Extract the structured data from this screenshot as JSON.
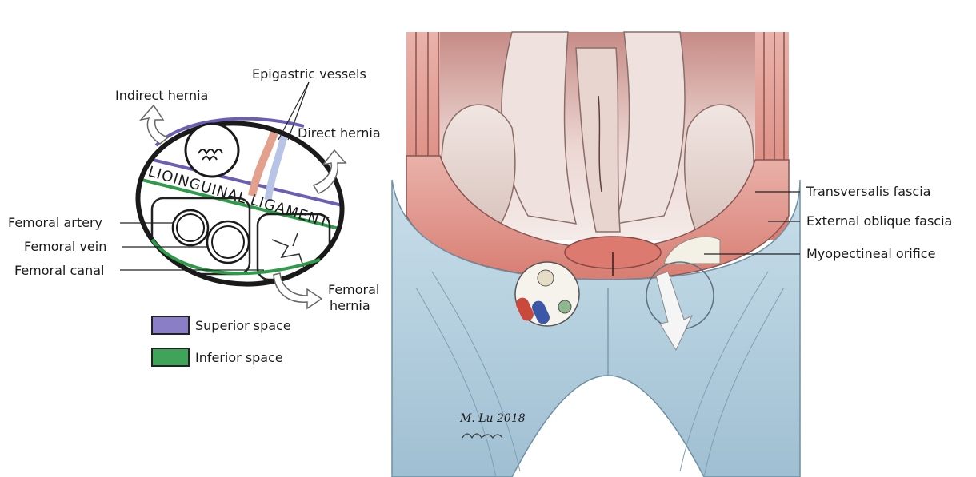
{
  "labels": {
    "indirect_hernia": "Indirect hernia",
    "epigastric_vessels": "Epigastric vessels",
    "direct_hernia": "Direct hernia",
    "ligament_part1": "ILIOINGUINAL",
    "ligament_part2": "LIGAMENT",
    "femoral_artery": "Femoral artery",
    "femoral_vein": "Femoral vein",
    "femoral_canal": "Femoral canal",
    "femoral_hernia_line1": "Femoral",
    "femoral_hernia_line2": "hernia",
    "transversalis_fascia": "Transversalis fascia",
    "external_oblique_fascia": "External oblique fascia",
    "myopectineal_orifice": "Myopectineal orifice"
  },
  "legend": {
    "items": [
      {
        "label": "Superior space",
        "color": "#8a7fc6"
      },
      {
        "label": "Inferior space",
        "color": "#3fa35a"
      }
    ]
  },
  "signature": "M. Lu 2018",
  "colors": {
    "superior": "#6a5fb3",
    "inferior": "#2e9a4a",
    "fascia": "#b9d3e2",
    "muscle": "#d8887e",
    "outline": "#222222"
  }
}
